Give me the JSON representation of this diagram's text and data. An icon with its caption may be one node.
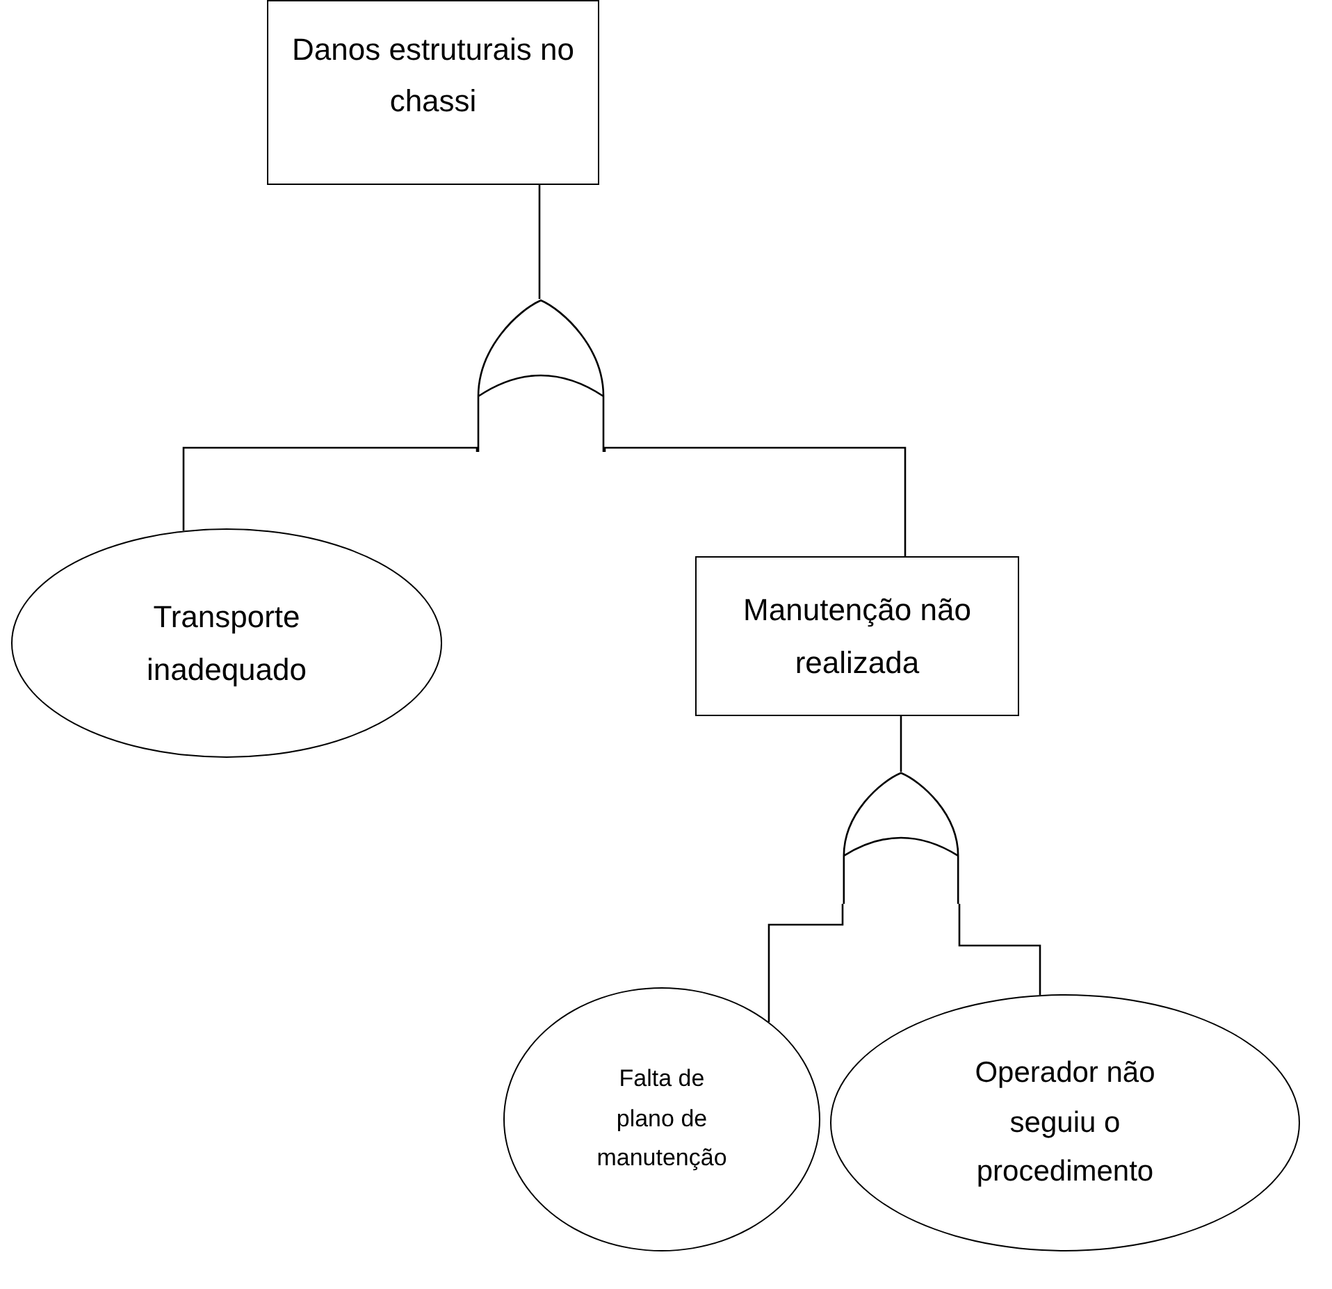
{
  "diagram": {
    "nodes": [
      {
        "text": [
          "Danos estruturais no chassi"
        ]
      },
      {
        "text": [],
        "shape": "gate"
      },
      {
        "text": [
          "Transporte inadequado"
        ]
      },
      {
        "text": [
          "Manutenção não realizada"
        ]
      },
      {
        "text": [],
        "shape": "gate"
      },
      {
        "text": [
          "Falta de plano de manutenção"
        ]
      },
      {
        "text": [
          "Operador não seguiu o procedimento"
        ]
      }
    ],
    "edges": [
      {
        "from": 0,
        "to": 1,
        "arrow": "none"
      },
      {
        "from": 1,
        "to": 2,
        "arrow": "none"
      },
      {
        "from": 1,
        "to": 3,
        "arrow": "none"
      },
      {
        "from": 3,
        "to": 4,
        "arrow": "none"
      },
      {
        "from": 4,
        "to": 5,
        "arrow": "none"
      },
      {
        "from": 4,
        "to": 6,
        "arrow": "none"
      }
    ]
  }
}
